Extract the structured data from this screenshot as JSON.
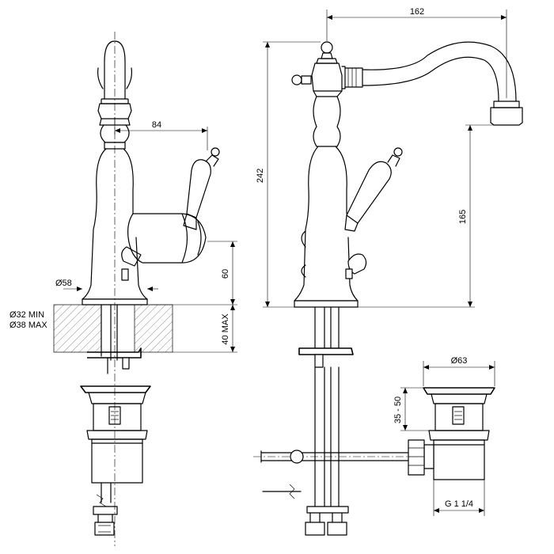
{
  "dimensions": {
    "left_spout_offset": "84",
    "base_diameter": "Ø58",
    "drill_hole_min": "Ø32 MIN",
    "drill_hole_max": "Ø38 MAX",
    "lever_height": "60",
    "deck_thickness": "40 MAX",
    "spout_reach": "162",
    "total_height": "242",
    "spout_height": "165",
    "waste_diameter": "Ø63",
    "waste_height": "35 - 50",
    "waste_thread": "G 1 1/4"
  },
  "colors": {
    "line": "#000000",
    "background": "#ffffff"
  }
}
